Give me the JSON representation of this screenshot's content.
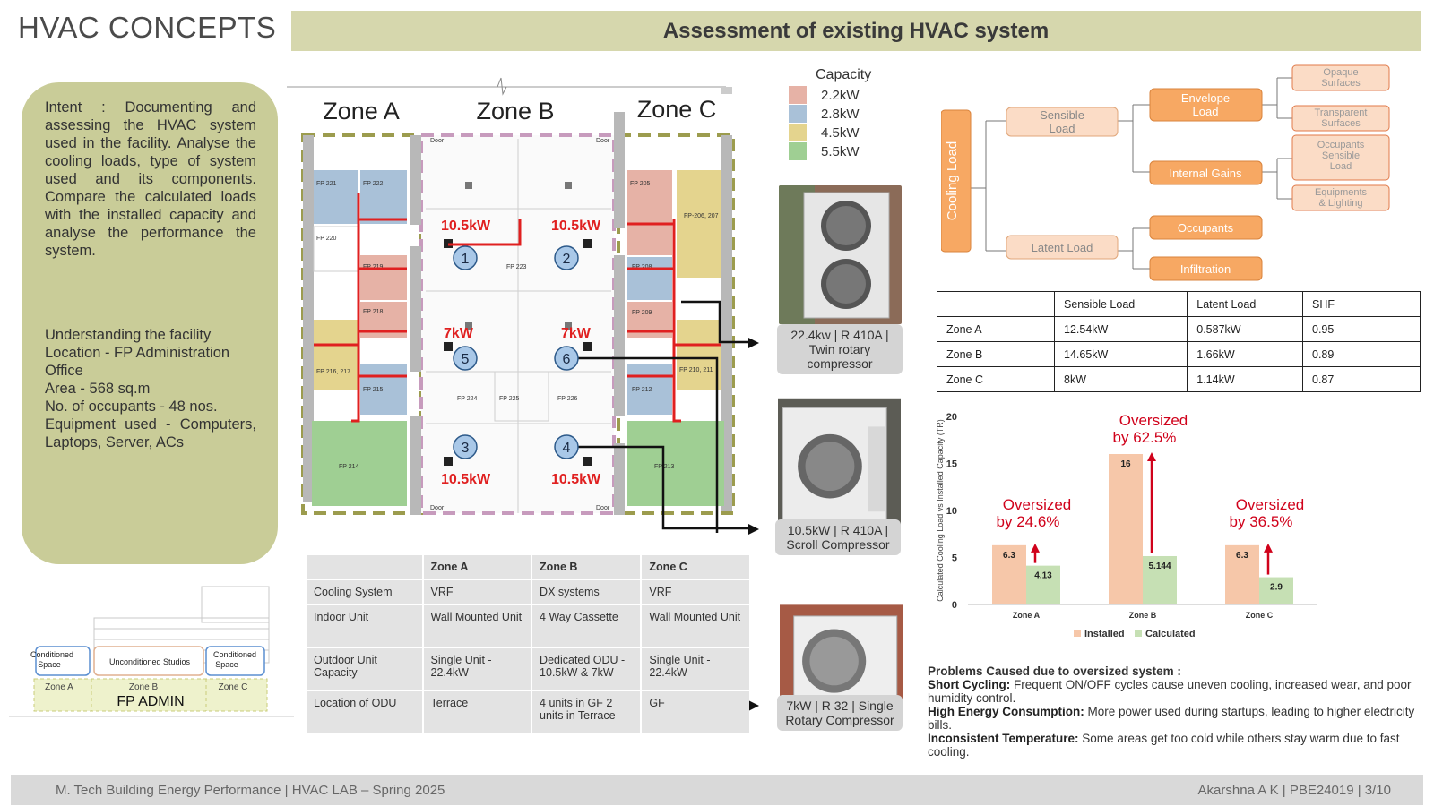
{
  "header": {
    "left_title": "HVAC CONCEPTS",
    "banner": "Assessment of existing HVAC system"
  },
  "intent": {
    "paragraph1": "Intent : Documenting and assessing the HVAC system used in the facility. Analyse the cooling loads, type of system used and its components. Compare the calculated loads with the installed capacity and analyse the performance the system.",
    "facility_lines": [
      "Understanding the facility",
      "Location - FP Administration Office",
      "Area - 568 sq.m",
      "No. of occupants - 48 nos.",
      "Equipment used - Computers, Laptops, Server, ACs"
    ]
  },
  "building_sketch": {
    "labels": [
      "Conditioned Space",
      "Unconditioned Studios",
      "Conditioned Space"
    ],
    "zones": [
      "Zone A",
      "Zone B",
      "Zone C"
    ],
    "name": "FP ADMIN"
  },
  "plan": {
    "zones": [
      "Zone A",
      "Zone B",
      "Zone C"
    ],
    "rooms": [
      "FP 221",
      "FP 222",
      "FP 220",
      "FP 219",
      "FP 218",
      "FP 216, 217",
      "FP 215",
      "FP 214",
      "FP 205",
      "FP-206, 207",
      "FP 208",
      "FP 209",
      "FP 210, 211",
      "FP 212",
      "FP 213",
      "FP 223",
      "FP 224",
      "FP 225",
      "FP 226",
      "Door",
      "Door",
      "Door",
      "Door"
    ],
    "units": [
      {
        "num": "1",
        "cap": "10.5kW"
      },
      {
        "num": "2",
        "cap": "10.5kW"
      },
      {
        "num": "5",
        "cap": "7kW"
      },
      {
        "num": "6",
        "cap": "7kW"
      },
      {
        "num": "3",
        "cap": "10.5kW"
      },
      {
        "num": "4",
        "cap": "10.5kW"
      }
    ]
  },
  "legend": {
    "title": "Capacity",
    "items": [
      {
        "label": "2.2kW",
        "color": "#e6b2a6"
      },
      {
        "label": "2.8kW",
        "color": "#a9c1d8"
      },
      {
        "label": "4.5kW",
        "color": "#e4d48e"
      },
      {
        "label": "5.5kW",
        "color": "#9fcf93"
      }
    ]
  },
  "units_photos": [
    {
      "caption": "22.4kw | R 410A | Twin rotary compressor"
    },
    {
      "caption": "10.5kW | R 410A | Scroll Compressor"
    },
    {
      "caption": "7kW | R 32 | Single Rotary Compressor"
    }
  ],
  "zone_table": {
    "header": [
      "",
      "Zone A",
      "Zone B",
      "Zone C"
    ],
    "rows": [
      [
        "Cooling System",
        "VRF",
        "DX systems",
        "VRF"
      ],
      [
        "Indoor Unit",
        "Wall Mounted Unit",
        "4 Way Cassette",
        "Wall Mounted Unit"
      ],
      [
        "Outdoor Unit Capacity",
        "Single Unit - 22.4kW",
        "Dedicated ODU - 10.5kW & 7kW",
        "Single Unit - 22.4kW"
      ],
      [
        "Location of ODU",
        "Terrace",
        "4 units in GF 2 units in Terrace",
        "GF"
      ]
    ]
  },
  "tree": {
    "root": "Cooling Load",
    "sensible": "Sensible Load",
    "latent": "Latent Load",
    "envelope": "Envelope Load",
    "internal": "Internal Gains",
    "occupants": "Occupants",
    "infiltration": "Infiltration",
    "opaque": "Opaque Surfaces",
    "transparent": "Transparent Surfaces",
    "occ_sensible": "Occupants Sensible Load",
    "equipment": "Equipments & Lighting"
  },
  "load_table": {
    "header": [
      "",
      "Sensible Load",
      "Latent Load",
      "SHF"
    ],
    "rows": [
      [
        "Zone A",
        "12.54kW",
        "0.587kW",
        "0.95"
      ],
      [
        "Zone B",
        "14.65kW",
        "1.66kW",
        "0.89"
      ],
      [
        "Zone C",
        "8kW",
        "1.14kW",
        "0.87"
      ]
    ]
  },
  "chart_data": {
    "type": "bar",
    "categories": [
      "Zone A",
      "Zone B",
      "Zone C"
    ],
    "series": [
      {
        "name": "Installed",
        "values": [
          6.3,
          16,
          6.3
        ],
        "color": "#f6c7a9"
      },
      {
        "name": "Calculated",
        "values": [
          4.13,
          5.144,
          2.9
        ],
        "color": "#c6e0b4"
      }
    ],
    "ylabel": "Calculated Cooling Load vs Installed Capacity (TR)",
    "ylim": [
      0,
      20
    ],
    "yticks": [
      0,
      5,
      10,
      15,
      20
    ],
    "annotations": [
      {
        "line1": "Oversized",
        "line2": "by 24.6%"
      },
      {
        "line1": "Oversized",
        "line2": "by 62.5%"
      },
      {
        "line1": "Oversized",
        "line2": "by 36.5%"
      }
    ],
    "legend_position": "bottom"
  },
  "problems": {
    "title": "Problems Caused due to oversized system :",
    "items": [
      {
        "head": "Short Cycling:",
        "text": " Frequent ON/OFF cycles cause uneven cooling, increased wear, and poor humidity control."
      },
      {
        "head": "High Energy Consumption:",
        "text": " More power used during startups, leading to higher electricity bills."
      },
      {
        "head": "Inconsistent Temperature:",
        "text": " Some areas get too cold while others stay warm due to fast cooling."
      }
    ]
  },
  "footer": {
    "left": "M. Tech Building Energy Performance | HVAC LAB – Spring 2025",
    "right": "Akarshna A K | PBE24019 | 3/10"
  }
}
